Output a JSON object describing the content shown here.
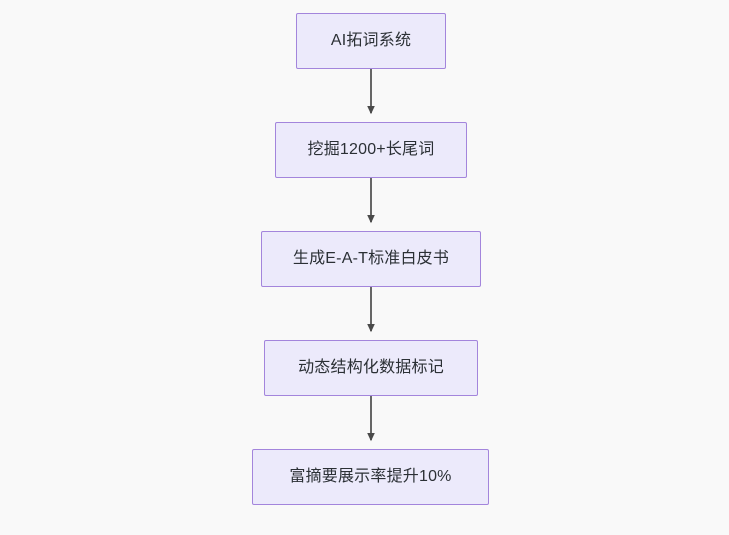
{
  "diagram": {
    "type": "flowchart",
    "direction": "top-to-bottom",
    "background_color": "#f9f9f9",
    "node_fill_color": "#eceafb",
    "node_border_color": "#a385dc",
    "node_text_color": "#2b3035",
    "edge_color": "#666666",
    "nodes": [
      {
        "id": "node-0",
        "label": "AI拓词系统"
      },
      {
        "id": "node-1",
        "label": "挖掘1200+长尾词"
      },
      {
        "id": "node-2",
        "label": "生成E-A-T标准白皮书"
      },
      {
        "id": "node-3",
        "label": "动态结构化数据标记"
      },
      {
        "id": "node-4",
        "label": "富摘要展示率提升10%"
      }
    ],
    "edges": [
      {
        "id": "edge-0",
        "from": "node-0",
        "to": "node-1",
        "label": "",
        "arrow": "arrow-down"
      },
      {
        "id": "edge-1",
        "from": "node-1",
        "to": "node-2",
        "label": "",
        "arrow": "arrow-down"
      },
      {
        "id": "edge-2",
        "from": "node-2",
        "to": "node-3",
        "label": "",
        "arrow": "arrow-down"
      },
      {
        "id": "edge-3",
        "from": "node-3",
        "to": "node-4",
        "label": "",
        "arrow": "arrow-down"
      }
    ]
  }
}
